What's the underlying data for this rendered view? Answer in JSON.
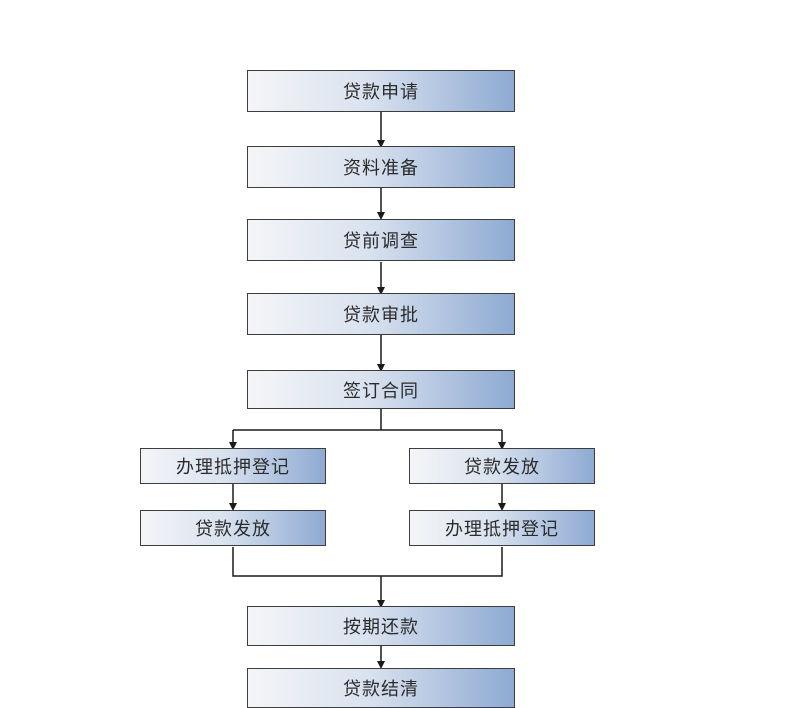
{
  "diagram": {
    "steps": {
      "apply": "贷款申请",
      "prepare": "资料准备",
      "investigate": "贷前调查",
      "approve": "贷款审批",
      "contract": "签订合同",
      "left_register": "办理抵押登记",
      "left_disburse": "贷款发放",
      "right_disburse": "贷款发放",
      "right_register": "办理抵押登记",
      "repay": "按期还款",
      "settle": "贷款结清"
    },
    "colors": {
      "line": "#1a1a1a",
      "box_border": "#3d3d3d",
      "gradient_light": "#f4f5f7",
      "gradient_dark": "#8eaad3"
    }
  }
}
